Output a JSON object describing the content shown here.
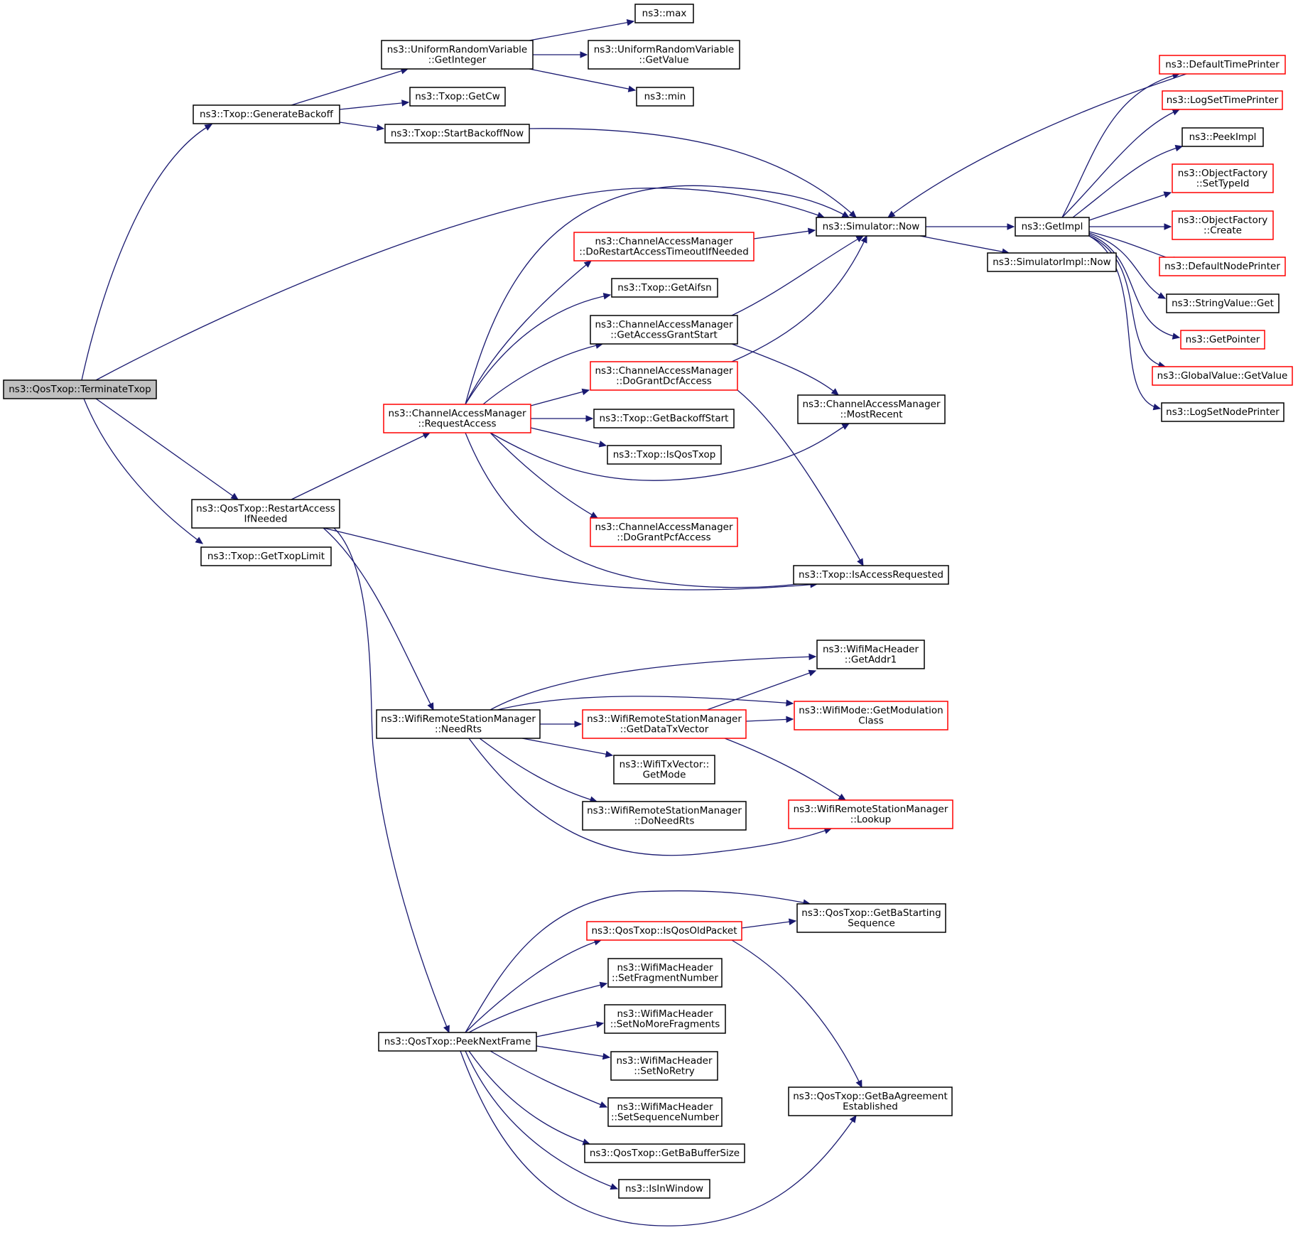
{
  "diagram": {
    "colors": {
      "edge": "#191970",
      "normal_border": "#000000",
      "truncated_border": "#ff0000",
      "root_fill": "#bfbfbf",
      "background": "#ffffff"
    },
    "nodes": [
      {
        "id": "root",
        "lines": [
          "ns3::QosTxop::TerminateTxop"
        ],
        "style": "root"
      },
      {
        "id": "genbackoff",
        "lines": [
          "ns3::Txop::GenerateBackoff"
        ],
        "style": "black"
      },
      {
        "id": "restartaccess",
        "lines": [
          "ns3::QosTxop::RestartAccess",
          "IfNeeded"
        ],
        "style": "black"
      },
      {
        "id": "gettxoplimit",
        "lines": [
          "ns3::Txop::GetTxopLimit"
        ],
        "style": "black"
      },
      {
        "id": "urv_getinteger",
        "lines": [
          "ns3::UniformRandomVariable",
          "::GetInteger"
        ],
        "style": "black"
      },
      {
        "id": "getcw",
        "lines": [
          "ns3::Txop::GetCw"
        ],
        "style": "black"
      },
      {
        "id": "startbackoff",
        "lines": [
          "ns3::Txop::StartBackoffNow"
        ],
        "style": "black"
      },
      {
        "id": "max",
        "lines": [
          "ns3::max"
        ],
        "style": "black"
      },
      {
        "id": "urv_getvalue",
        "lines": [
          "ns3::UniformRandomVariable",
          "::GetValue"
        ],
        "style": "black"
      },
      {
        "id": "min",
        "lines": [
          "ns3::min"
        ],
        "style": "black"
      },
      {
        "id": "simnow",
        "lines": [
          "ns3::Simulator::Now"
        ],
        "style": "black"
      },
      {
        "id": "requestaccess",
        "lines": [
          "ns3::ChannelAccessManager",
          "::RequestAccess"
        ],
        "style": "red"
      },
      {
        "id": "dorestart",
        "lines": [
          "ns3::ChannelAccessManager",
          "::DoRestartAccessTimeoutIfNeeded"
        ],
        "style": "red"
      },
      {
        "id": "getaifsn",
        "lines": [
          "ns3::Txop::GetAifsn"
        ],
        "style": "black"
      },
      {
        "id": "getaccessgrant",
        "lines": [
          "ns3::ChannelAccessManager",
          "::GetAccessGrantStart"
        ],
        "style": "black"
      },
      {
        "id": "dograntdcf",
        "lines": [
          "ns3::ChannelAccessManager",
          "::DoGrantDcfAccess"
        ],
        "style": "red"
      },
      {
        "id": "getbackoffstart",
        "lines": [
          "ns3::Txop::GetBackoffStart"
        ],
        "style": "black"
      },
      {
        "id": "isqostxop",
        "lines": [
          "ns3::Txop::IsQosTxop"
        ],
        "style": "black"
      },
      {
        "id": "dograntpcf",
        "lines": [
          "ns3::ChannelAccessManager",
          "::DoGrantPcfAccess"
        ],
        "style": "red"
      },
      {
        "id": "mostrecent",
        "lines": [
          "ns3::ChannelAccessManager",
          "::MostRecent"
        ],
        "style": "black"
      },
      {
        "id": "isaccessrequested",
        "lines": [
          "ns3::Txop::IsAccessRequested"
        ],
        "style": "black"
      },
      {
        "id": "getimpl",
        "lines": [
          "ns3::GetImpl"
        ],
        "style": "black"
      },
      {
        "id": "simimplnow",
        "lines": [
          "ns3::SimulatorImpl::Now"
        ],
        "style": "black"
      },
      {
        "id": "defaulttimeprinter",
        "lines": [
          "ns3::DefaultTimePrinter"
        ],
        "style": "red"
      },
      {
        "id": "logsettimeprinter",
        "lines": [
          "ns3::LogSetTimePrinter"
        ],
        "style": "red"
      },
      {
        "id": "peekimpl",
        "lines": [
          "ns3::PeekImpl"
        ],
        "style": "black"
      },
      {
        "id": "of_settypeid",
        "lines": [
          "ns3::ObjectFactory",
          "::SetTypeId"
        ],
        "style": "red"
      },
      {
        "id": "of_create",
        "lines": [
          "ns3::ObjectFactory",
          "::Create"
        ],
        "style": "red"
      },
      {
        "id": "defaultnodeprinter",
        "lines": [
          "ns3::DefaultNodePrinter"
        ],
        "style": "red"
      },
      {
        "id": "stringvalueget",
        "lines": [
          "ns3::StringValue::Get"
        ],
        "style": "black"
      },
      {
        "id": "getpointer",
        "lines": [
          "ns3::GetPointer"
        ],
        "style": "red"
      },
      {
        "id": "globalvalue",
        "lines": [
          "ns3::GlobalValue::GetValue"
        ],
        "style": "red"
      },
      {
        "id": "logsetnodeprinter",
        "lines": [
          "ns3::LogSetNodePrinter"
        ],
        "style": "black"
      },
      {
        "id": "needrts",
        "lines": [
          "ns3::WifiRemoteStationManager",
          "::NeedRts"
        ],
        "style": "black"
      },
      {
        "id": "getaddr1",
        "lines": [
          "ns3::WifiMacHeader",
          "::GetAddr1"
        ],
        "style": "black"
      },
      {
        "id": "getmodclass",
        "lines": [
          "ns3::WifiMode::GetModulation",
          "Class"
        ],
        "style": "red"
      },
      {
        "id": "getdatatxvector",
        "lines": [
          "ns3::WifiRemoteStationManager",
          "::GetDataTxVector"
        ],
        "style": "red"
      },
      {
        "id": "txvectorgetmode",
        "lines": [
          "ns3::WifiTxVector::",
          "GetMode"
        ],
        "style": "black"
      },
      {
        "id": "doneedrts",
        "lines": [
          "ns3::WifiRemoteStationManager",
          "::DoNeedRts"
        ],
        "style": "black"
      },
      {
        "id": "lookup",
        "lines": [
          "ns3::WifiRemoteStationManager",
          "::Lookup"
        ],
        "style": "red"
      },
      {
        "id": "peeknextframe",
        "lines": [
          "ns3::QosTxop::PeekNextFrame"
        ],
        "style": "black"
      },
      {
        "id": "getbastartseq",
        "lines": [
          "ns3::QosTxop::GetBaStarting",
          "Sequence"
        ],
        "style": "black"
      },
      {
        "id": "isqosoldpacket",
        "lines": [
          "ns3::QosTxop::IsQosOldPacket"
        ],
        "style": "red"
      },
      {
        "id": "setfragnum",
        "lines": [
          "ns3::WifiMacHeader",
          "::SetFragmentNumber"
        ],
        "style": "black"
      },
      {
        "id": "setnomorefrags",
        "lines": [
          "ns3::WifiMacHeader",
          "::SetNoMoreFragments"
        ],
        "style": "black"
      },
      {
        "id": "setnoretry",
        "lines": [
          "ns3::WifiMacHeader",
          "::SetNoRetry"
        ],
        "style": "black"
      },
      {
        "id": "setseqnum",
        "lines": [
          "ns3::WifiMacHeader",
          "::SetSequenceNumber"
        ],
        "style": "black"
      },
      {
        "id": "getbabuffersize",
        "lines": [
          "ns3::QosTxop::GetBaBufferSize"
        ],
        "style": "black"
      },
      {
        "id": "isinwindow",
        "lines": [
          "ns3::IsInWindow"
        ],
        "style": "black"
      },
      {
        "id": "getbaagreement",
        "lines": [
          "ns3::QosTxop::GetBaAgreement",
          "Established"
        ],
        "style": "black"
      }
    ],
    "edges": [
      [
        "root",
        "genbackoff"
      ],
      [
        "root",
        "simnow"
      ],
      [
        "root",
        "restartaccess"
      ],
      [
        "root",
        "gettxoplimit"
      ],
      [
        "genbackoff",
        "urv_getinteger"
      ],
      [
        "genbackoff",
        "getcw"
      ],
      [
        "genbackoff",
        "startbackoff"
      ],
      [
        "urv_getinteger",
        "max"
      ],
      [
        "urv_getinteger",
        "urv_getvalue"
      ],
      [
        "urv_getinteger",
        "min"
      ],
      [
        "startbackoff",
        "simnow"
      ],
      [
        "restartaccess",
        "requestaccess"
      ],
      [
        "restartaccess",
        "isaccessrequested"
      ],
      [
        "restartaccess",
        "needrts"
      ],
      [
        "restartaccess",
        "peeknextframe"
      ],
      [
        "requestaccess",
        "simnow"
      ],
      [
        "requestaccess",
        "dorestart"
      ],
      [
        "requestaccess",
        "getaifsn"
      ],
      [
        "requestaccess",
        "getaccessgrant"
      ],
      [
        "requestaccess",
        "dograntdcf"
      ],
      [
        "requestaccess",
        "getbackoffstart"
      ],
      [
        "requestaccess",
        "isqostxop"
      ],
      [
        "requestaccess",
        "mostrecent"
      ],
      [
        "requestaccess",
        "dograntpcf"
      ],
      [
        "requestaccess",
        "isaccessrequested"
      ],
      [
        "dorestart",
        "simnow"
      ],
      [
        "getaccessgrant",
        "simnow"
      ],
      [
        "getaccessgrant",
        "mostrecent"
      ],
      [
        "dograntdcf",
        "simnow"
      ],
      [
        "dograntdcf",
        "isaccessrequested"
      ],
      [
        "simnow",
        "getimpl"
      ],
      [
        "simnow",
        "simimplnow"
      ],
      [
        "defaulttimeprinter",
        "simnow"
      ],
      [
        "getimpl",
        "defaulttimeprinter"
      ],
      [
        "getimpl",
        "logsettimeprinter"
      ],
      [
        "getimpl",
        "peekimpl"
      ],
      [
        "getimpl",
        "of_settypeid"
      ],
      [
        "getimpl",
        "of_create"
      ],
      [
        "getimpl",
        "defaultnodeprinter"
      ],
      [
        "getimpl",
        "stringvalueget"
      ],
      [
        "getimpl",
        "getpointer"
      ],
      [
        "getimpl",
        "globalvalue"
      ],
      [
        "getimpl",
        "logsetnodeprinter"
      ],
      [
        "needrts",
        "getaddr1"
      ],
      [
        "needrts",
        "getmodclass"
      ],
      [
        "needrts",
        "getdatatxvector"
      ],
      [
        "needrts",
        "txvectorgetmode"
      ],
      [
        "needrts",
        "doneedrts"
      ],
      [
        "needrts",
        "lookup"
      ],
      [
        "getdatatxvector",
        "getaddr1"
      ],
      [
        "getdatatxvector",
        "getmodclass"
      ],
      [
        "getdatatxvector",
        "lookup"
      ],
      [
        "peeknextframe",
        "getbastartseq"
      ],
      [
        "peeknextframe",
        "isqosoldpacket"
      ],
      [
        "peeknextframe",
        "setfragnum"
      ],
      [
        "peeknextframe",
        "setnomorefrags"
      ],
      [
        "peeknextframe",
        "setnoretry"
      ],
      [
        "peeknextframe",
        "setseqnum"
      ],
      [
        "peeknextframe",
        "getbabuffersize"
      ],
      [
        "peeknextframe",
        "isinwindow"
      ],
      [
        "peeknextframe",
        "getbaagreement"
      ],
      [
        "isqosoldpacket",
        "getbastartseq"
      ],
      [
        "isqosoldpacket",
        "getbaagreement"
      ]
    ]
  }
}
